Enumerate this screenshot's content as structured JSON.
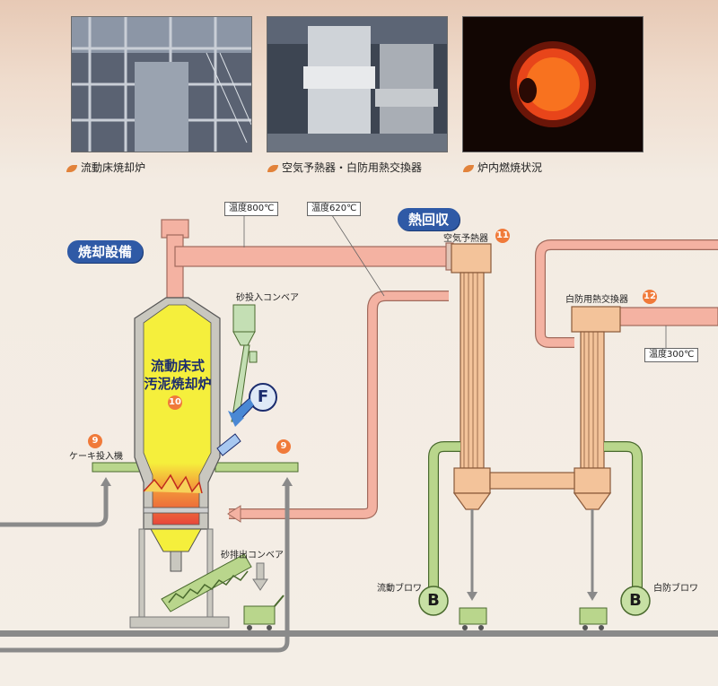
{
  "photos": [
    {
      "caption": "流動床焼却炉"
    },
    {
      "caption": "空気予熱器・白防用熱交換器"
    },
    {
      "caption": "炉内燃焼状況"
    }
  ],
  "sections": {
    "incineration": "焼却設備",
    "heat_recovery": "熱回収"
  },
  "temperatures": {
    "t800": "温度800℃",
    "t620": "温度620℃",
    "t300": "温度300℃"
  },
  "labels": {
    "sand_input_conveyor": "砂投入コンベア",
    "cake_input_machine": "ケーキ投入機",
    "sand_discharge_conveyor": "砂排出コンベア",
    "fluidizing_blower": "流動ブロワ",
    "white_smoke_blower": "白防ブロワ",
    "air_preheater": "空気予熱器",
    "white_smoke_heat_exchanger": "白防用熱交換器"
  },
  "furnace": {
    "line1": "流動床式",
    "line2": "汚泥焼却炉",
    "number": "10"
  },
  "badges": {
    "nine": "9",
    "eleven": "11",
    "twelve": "12"
  },
  "symbols": {
    "fuel": "F",
    "blower": "B"
  },
  "colors": {
    "pipe_pink": "#f4b2a2",
    "pipe_green": "#b9d68c",
    "furnace_yellow": "#f5ef3c",
    "furnace_red": "#e8463a",
    "accent_blue": "#2f5aa6",
    "badge_orange": "#f07a3a",
    "heat_exchanger": "#f3c39a"
  }
}
